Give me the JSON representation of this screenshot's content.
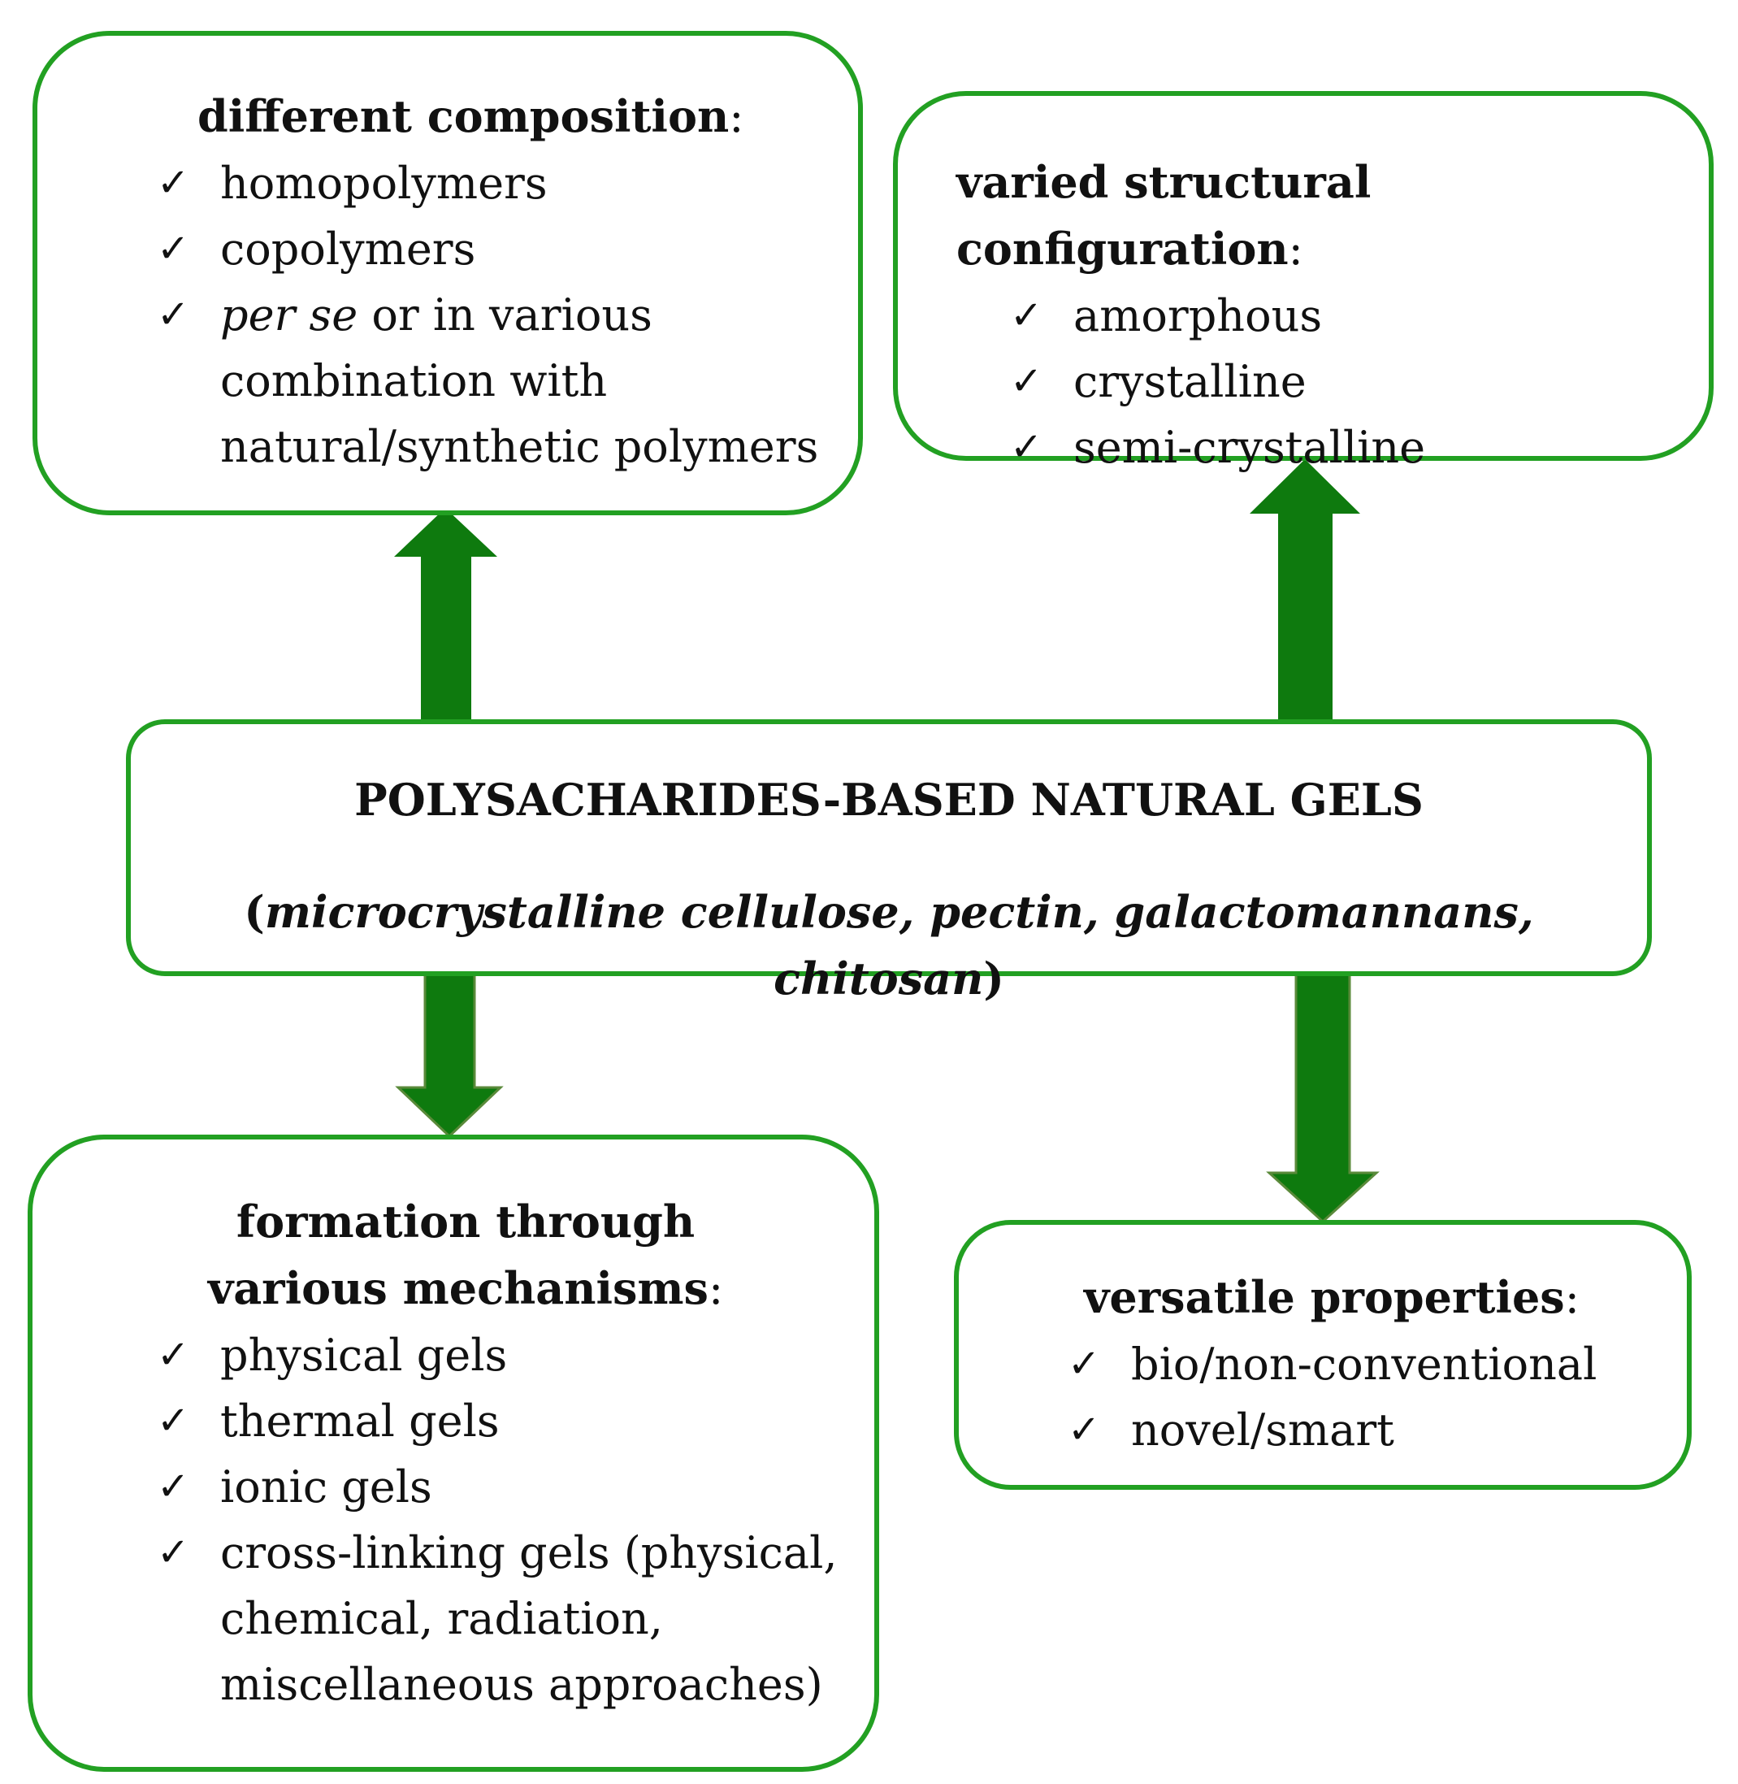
{
  "central": {
    "title": "POLYSACHARIDES-BASED NATURAL GELS",
    "open_paren": "(",
    "examples": "microcrystalline cellulose, pectin, galactomannans, chitosan",
    "close_paren": ")"
  },
  "composition": {
    "title": "different composition",
    "colon": ":",
    "check": "✓",
    "item1": "homopolymers",
    "item2": "copolymers",
    "item3_italic": "per se",
    "item3_rest": " or in various combination with natural/synthetic polymers"
  },
  "structure": {
    "title": "varied structural configuration",
    "colon": ":",
    "check": "✓",
    "items": [
      "amorphous",
      "crystalline",
      "semi-crystalline"
    ]
  },
  "formation": {
    "title": "formation through various mechanisms",
    "colon": ":",
    "check": "✓",
    "items": [
      "physical gels",
      "thermal gels",
      "ionic gels",
      "cross-linking gels (physical, chemical, radiation, miscellaneous approaches)"
    ]
  },
  "properties": {
    "title": "versatile properties",
    "colon": ":",
    "check": "✓",
    "items": [
      "bio/non-conventional",
      "novel/smart"
    ]
  },
  "colors": {
    "box_border": "#22a022",
    "arrow_fill": "#0e7a0e",
    "arrow_outline": "#5a8a3a"
  }
}
